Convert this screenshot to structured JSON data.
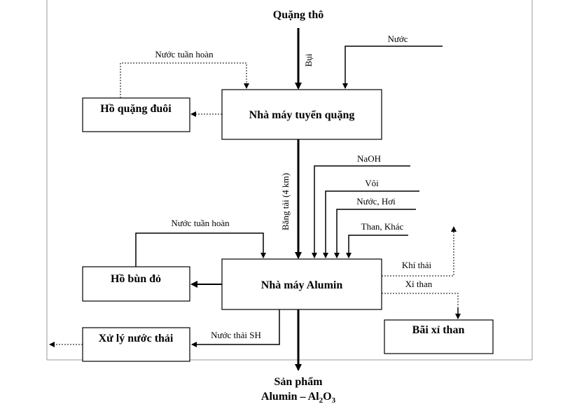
{
  "diagram": {
    "nodes": {
      "raw_ore": "Quặng thô",
      "tailings_pond": "Hồ quặng đuôi",
      "beneficiation_plant": "Nhà máy tuyển quặng",
      "red_mud_pond": "Hồ bùn đỏ",
      "alumina_plant": "Nhà máy Alumin",
      "wastewater_treatment": "Xử lý nước thải",
      "slag_yard": "Bãi xỉ than",
      "product_line1": "Sản phẩm",
      "product_line2_prefix": "Alumin – Al",
      "product_sub": "2",
      "product_mid": "O",
      "product_sub2": "3"
    },
    "labels": {
      "dust": "Bụi",
      "water": "Nước",
      "recirculated_water_top": "Nước tuần hoàn",
      "conveyor": "Băng tải (4 km)",
      "naoh": "NaOH",
      "lime": "Vôi",
      "water_steam": "Nước, Hơi",
      "coal_other": "Than, Khác",
      "recirculated_water_bottom": "Nước tuần hoàn",
      "exhaust_gas": "Khí thải",
      "coal_slag": "Xỉ than",
      "sh_wastewater": "Nước thải SH"
    }
  }
}
